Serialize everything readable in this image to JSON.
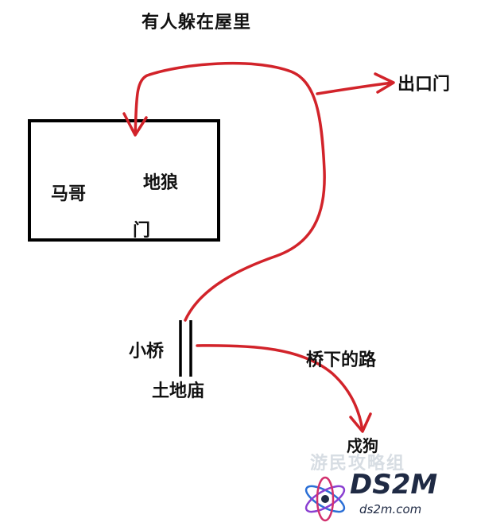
{
  "labels": {
    "title": "有人躲在屋里",
    "exit_door": "出口门",
    "character_mage": "马哥",
    "character_werewolf": "地狼",
    "house_door": "门",
    "bridge": "小桥",
    "earth_temple": "土地庙",
    "under_bridge_path": "桥下的路",
    "guard_dog": "戍狗"
  },
  "watermark": {
    "site_cn": "游民攻略组",
    "brand": "DS2M",
    "url": "ds2m.com"
  },
  "colors": {
    "path": "#d2232a",
    "outline": "#000000",
    "text": "#111111",
    "brand": "#1f2a44",
    "watermark": "#d7dde3"
  }
}
